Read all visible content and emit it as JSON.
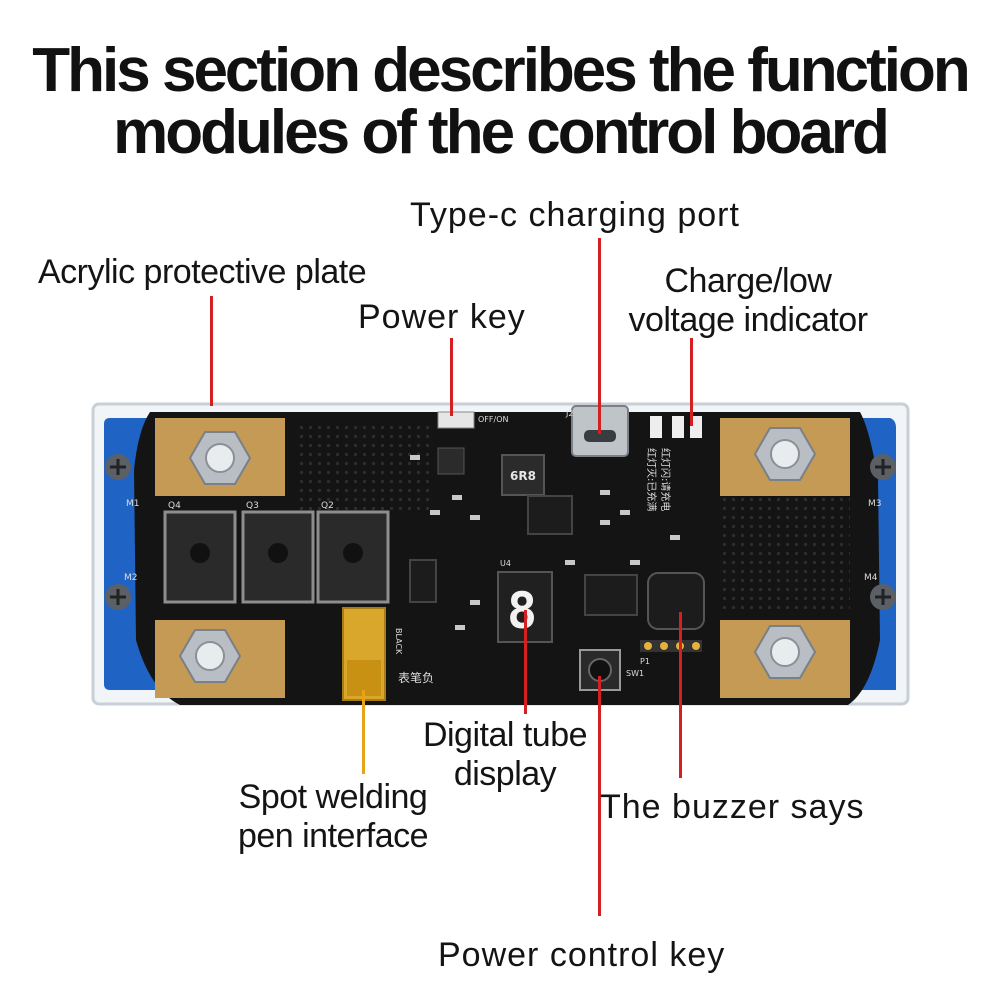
{
  "title": {
    "line1": "This section describes the function",
    "line2": "modules of the control board"
  },
  "callouts": {
    "acrylic": "Acrylic protective plate",
    "power_key": "Power key",
    "typec": "Type-c charging port",
    "indicator_1": "Charge/low",
    "indicator_2": "voltage indicator",
    "spot_1": "Spot welding",
    "spot_2": "pen interface",
    "digital_1": "Digital tube",
    "digital_2": "display",
    "buzzer": "The buzzer says",
    "power_control": "Power control key"
  },
  "board": {
    "mount_labels": [
      "M1",
      "M2",
      "M3",
      "M4"
    ],
    "mosfet_labels": [
      "Q4",
      "Q3",
      "Q2"
    ],
    "switch_label": "OFF/ON",
    "inductor_marking": "6R8",
    "pen_marking": "BLACK",
    "pen_chinese": "表笔负",
    "button_label": "SW1",
    "header_label": "P1",
    "usb_label": "J2",
    "display_label": "U4",
    "indicator_chinese": "红灯闪:请充电",
    "indicator_chinese_2": "红灯灭:已充满",
    "display_digit": "8"
  },
  "colors": {
    "line_red": "#d42020",
    "line_orange": "#e8a317",
    "board_black": "#141414",
    "case_blue": "#1f63c4",
    "copper_pad": "#c49a55"
  }
}
